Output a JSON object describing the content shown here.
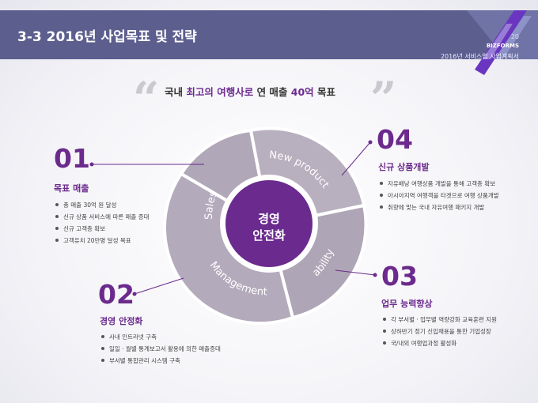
{
  "header": {
    "title": "3-3 2016년 사업목표 및 전략",
    "page_number": "20",
    "brand": "BIZFORMS",
    "doc_title": "2016년 서비스업 사업계획서"
  },
  "headline": {
    "quote_open": "“",
    "quote_close": "”",
    "part1": "국내 ",
    "highlight": "최고의 여행사로",
    "part2": " 연 매출 ",
    "highlight2": "40억",
    "part3": " 목표"
  },
  "center": {
    "line1": "경영",
    "line2": "안전화"
  },
  "ring": {
    "segments": [
      "Sales",
      "New product",
      "ability",
      "Management"
    ],
    "colors": {
      "ring": "#b5adbd",
      "center": "#6a2a8e",
      "accent": "#6b2a8c"
    }
  },
  "sections": [
    {
      "number": "01",
      "title": "목표 매출",
      "bullets": [
        "총 매출 30억 원 달성",
        "신규 상품 서비스에 따른 매출 증대",
        "신규 고객층 확보",
        "고객유치 20만명 달성 목표"
      ]
    },
    {
      "number": "02",
      "title": "경영 안정화",
      "bullets": [
        "사내 인트라넷 구축",
        "일일 · 월별 통계보고서 활용에 의한 매출증대",
        "부서별 통합관리 시스템 구축"
      ]
    },
    {
      "number": "03",
      "title": "업무 능력향상",
      "bullets": [
        "각 부서별 · 업무별 역량강화 교육훈련 지원",
        "상하반기 정기 신입채용을 통한 기업성장",
        "국/내외 여행업과정 활성화"
      ]
    },
    {
      "number": "04",
      "title": "신규 상품개발",
      "bullets": [
        "자유배낭 여행상품 개발을 통해 고객층 확보",
        "아시아지역 여행객을 타겟으로 여행 상품개발",
        "취향에 맞는 국내 자유여행 패키지 개발"
      ]
    }
  ]
}
